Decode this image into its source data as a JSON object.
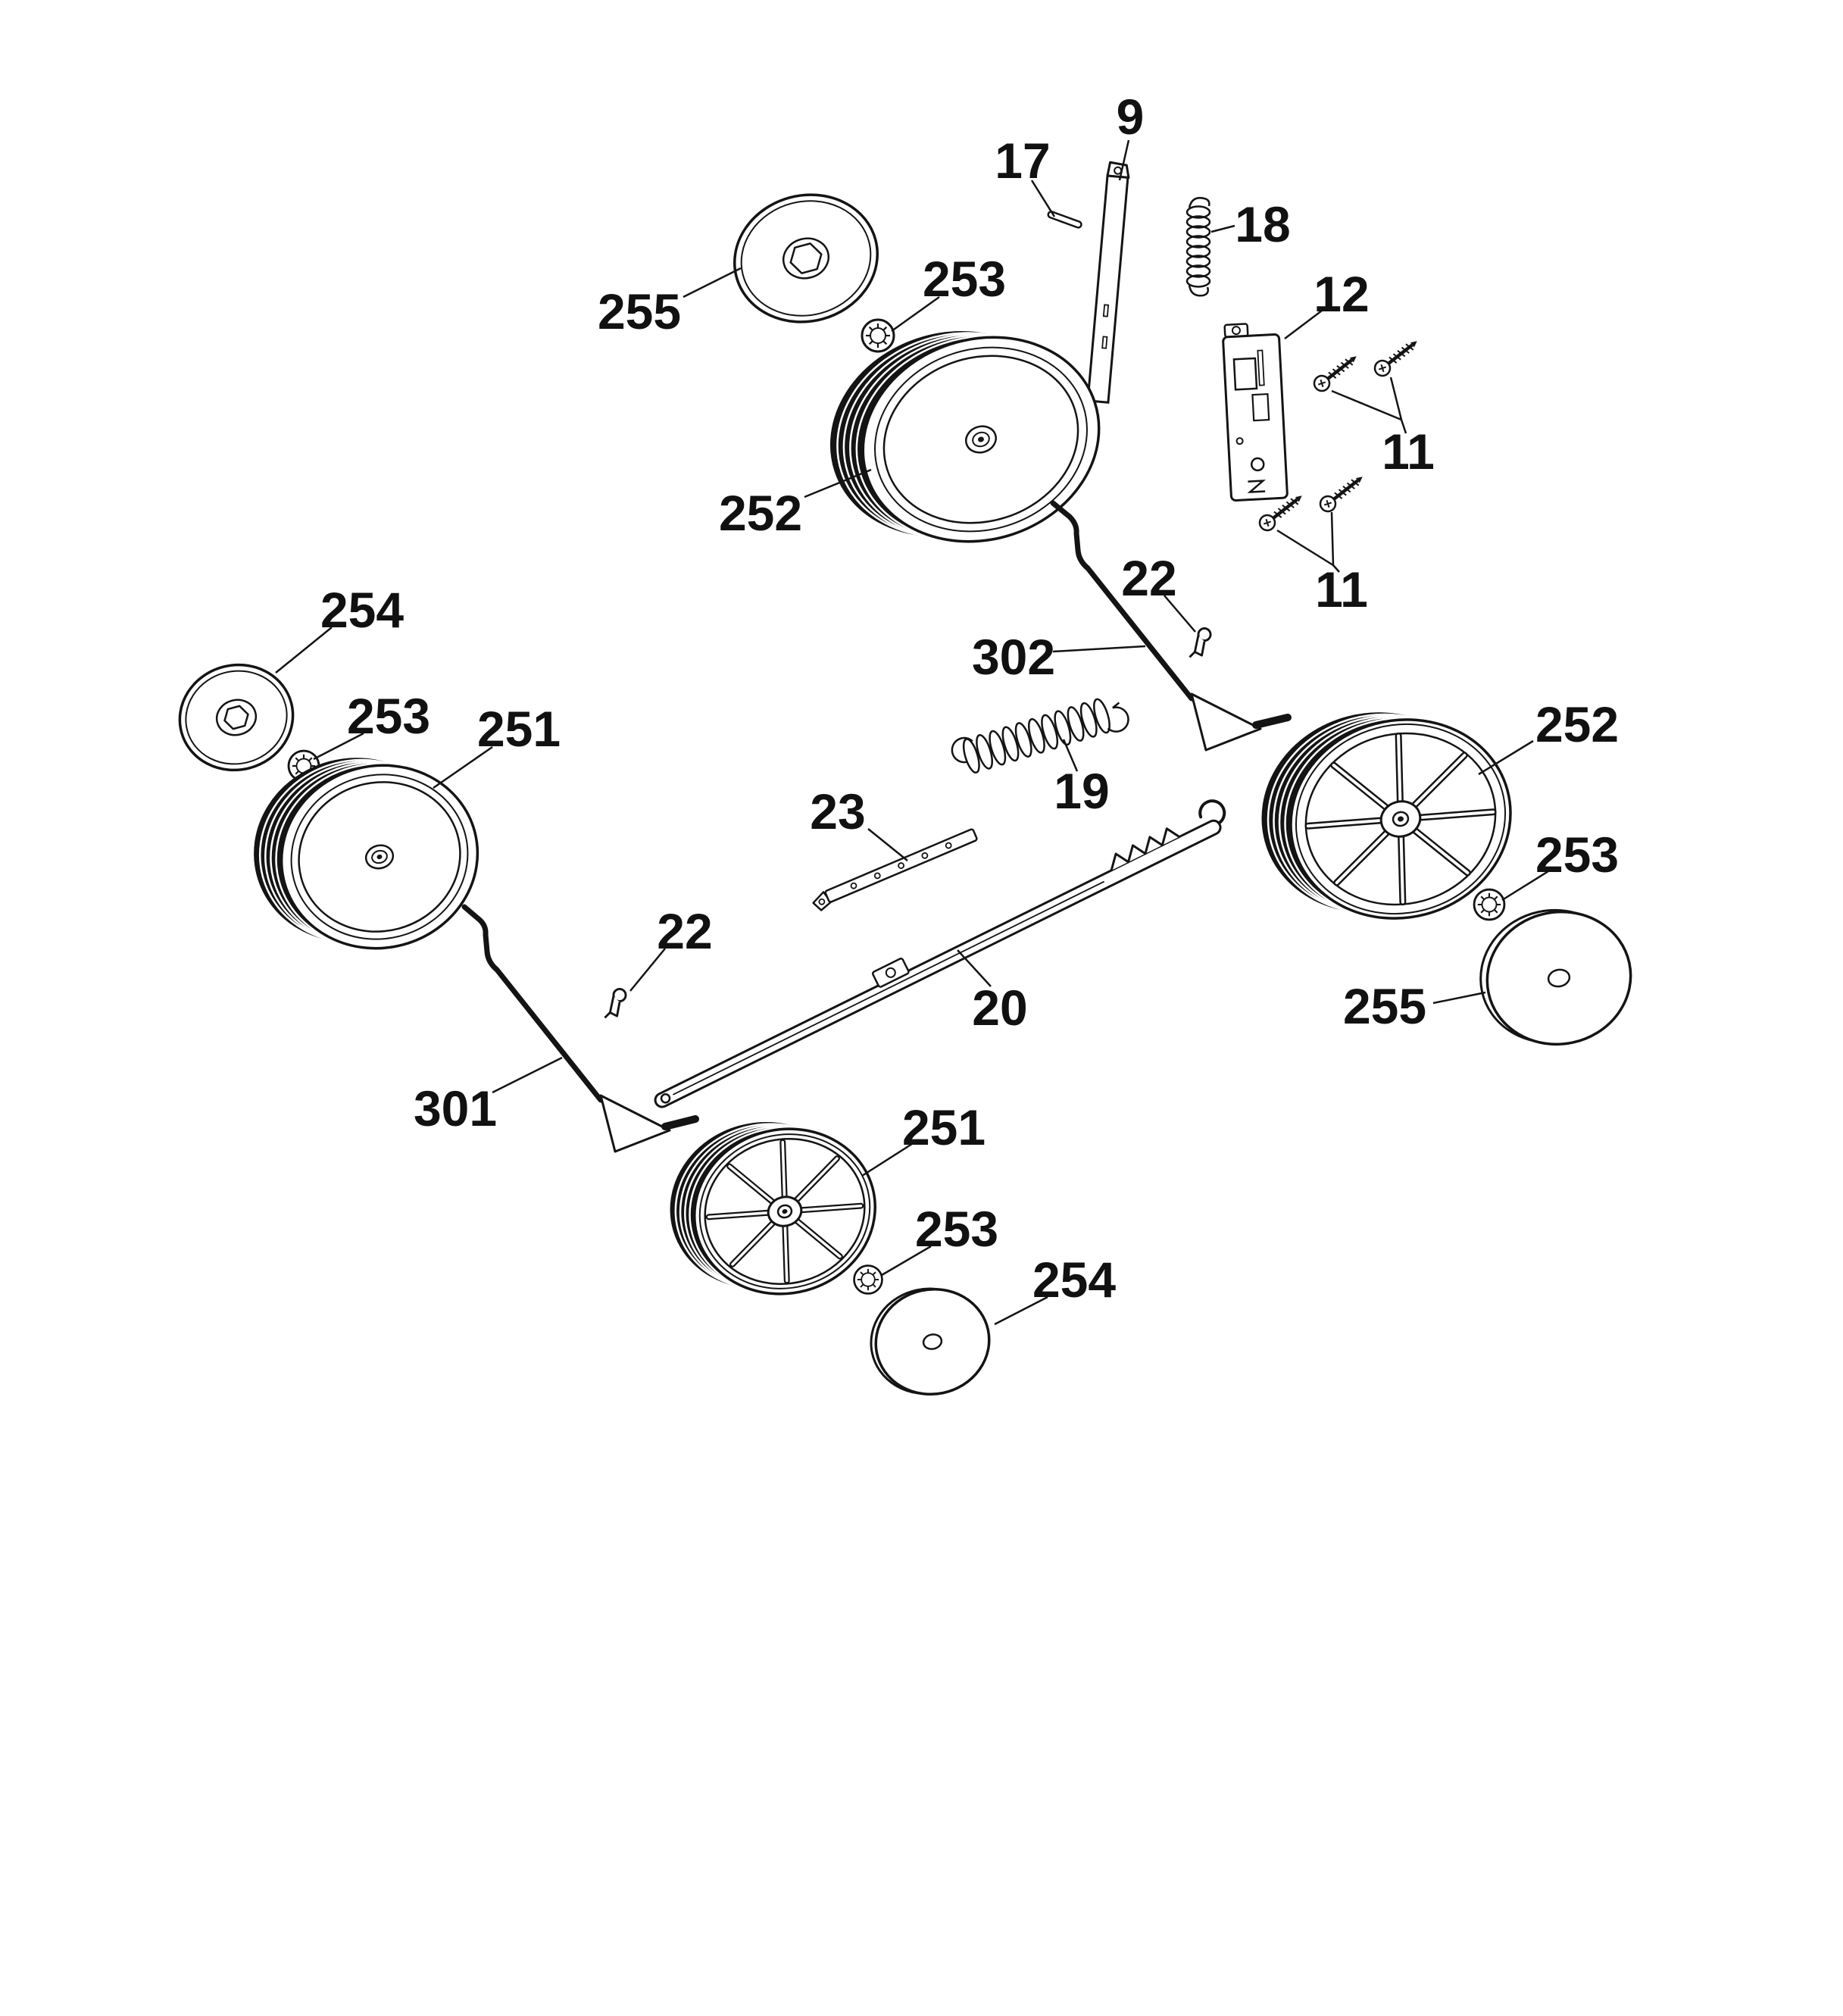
{
  "page": {
    "background": "#ffffff"
  },
  "diagram": {
    "kind": "exploded-parts-diagram",
    "line_color": "#141414",
    "tread_color": "#141414"
  },
  "labels": [
    {
      "id": "part-9",
      "text": "9"
    },
    {
      "id": "part-17",
      "text": "17"
    },
    {
      "id": "part-18",
      "text": "18"
    },
    {
      "id": "part-255-top-left",
      "text": "255"
    },
    {
      "id": "part-253-top",
      "text": "253"
    },
    {
      "id": "part-12",
      "text": "12"
    },
    {
      "id": "part-11-upper",
      "text": "11"
    },
    {
      "id": "part-252-top",
      "text": "252"
    },
    {
      "id": "part-22-right",
      "text": "22"
    },
    {
      "id": "part-302",
      "text": "302"
    },
    {
      "id": "part-11-lower",
      "text": "11"
    },
    {
      "id": "part-254-left",
      "text": "254"
    },
    {
      "id": "part-253-left",
      "text": "253"
    },
    {
      "id": "part-251-left",
      "text": "251"
    },
    {
      "id": "part-252-right",
      "text": "252"
    },
    {
      "id": "part-19",
      "text": "19"
    },
    {
      "id": "part-23",
      "text": "23"
    },
    {
      "id": "part-253-right",
      "text": "253"
    },
    {
      "id": "part-22-left",
      "text": "22"
    },
    {
      "id": "part-20",
      "text": "20"
    },
    {
      "id": "part-255-right",
      "text": "255"
    },
    {
      "id": "part-301",
      "text": "301"
    },
    {
      "id": "part-251-bottom",
      "text": "251"
    },
    {
      "id": "part-253-bottom",
      "text": "253"
    },
    {
      "id": "part-254-bottom",
      "text": "254"
    }
  ]
}
